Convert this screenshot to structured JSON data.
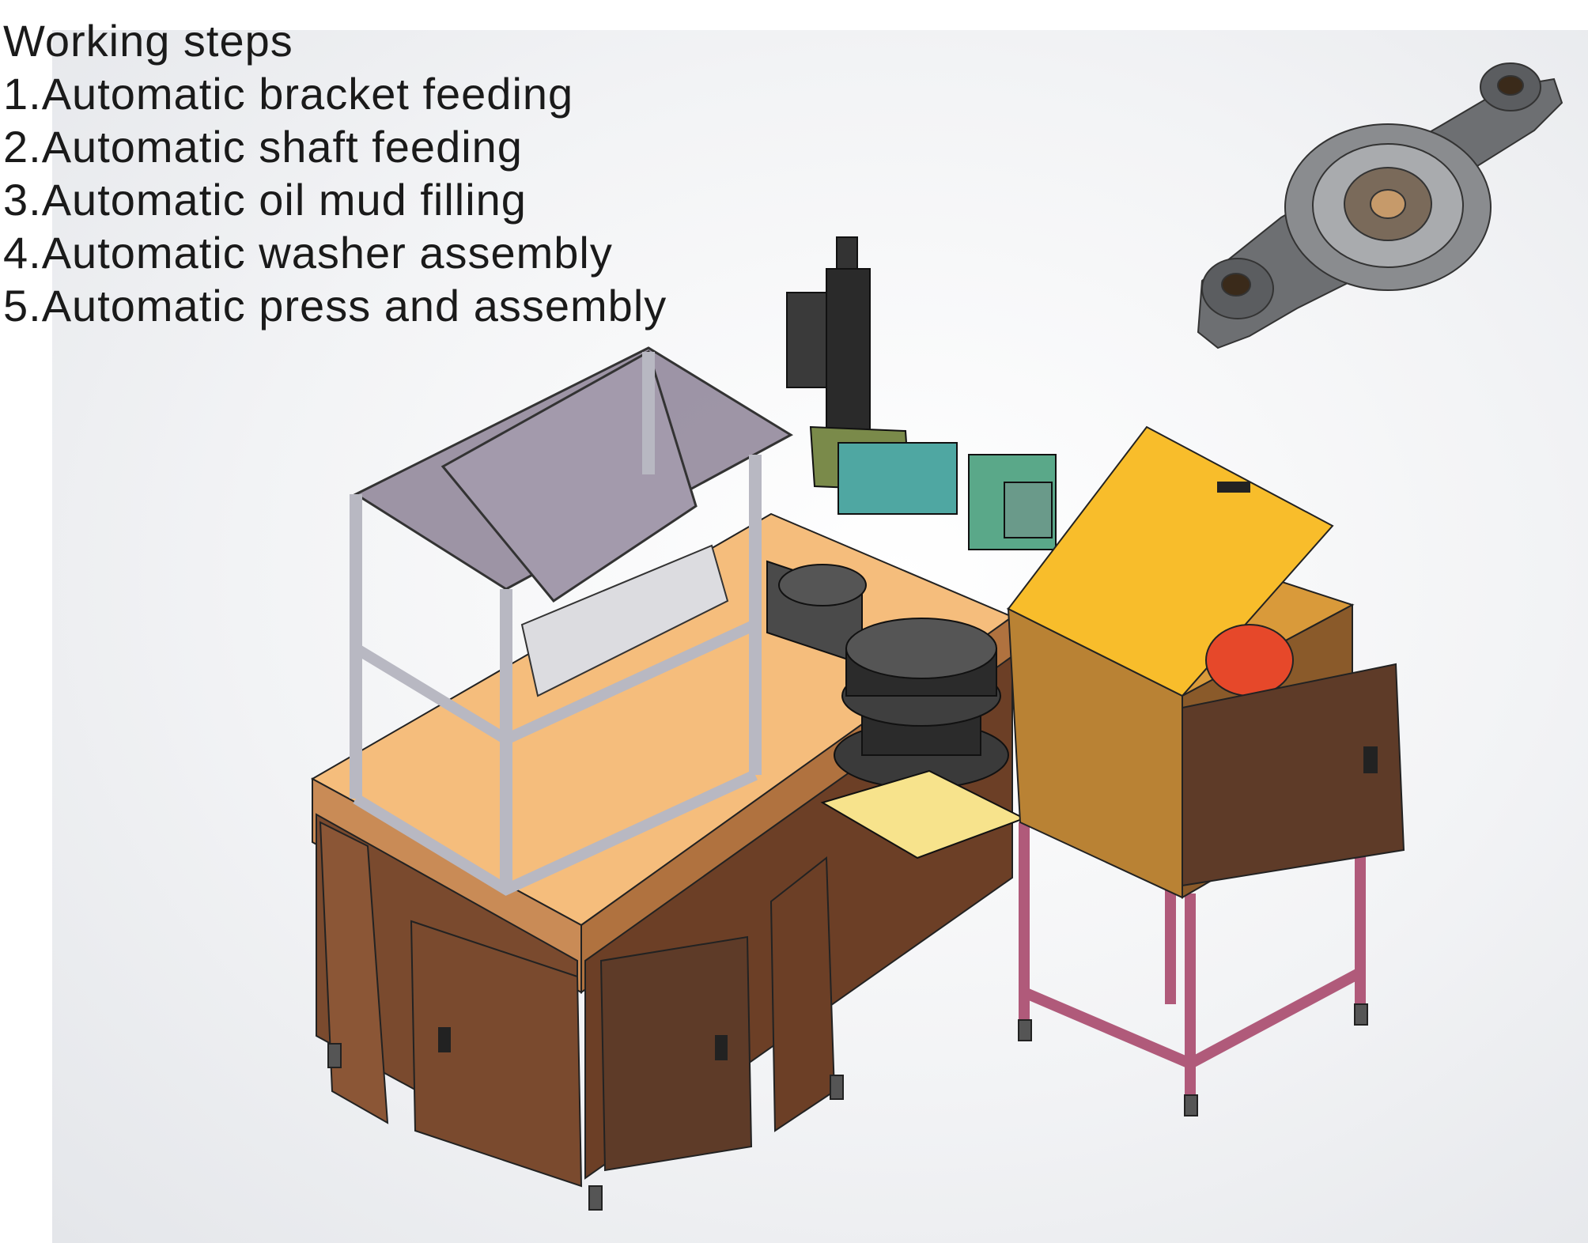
{
  "title": "Working steps",
  "steps": [
    "1.Automatic bracket feeding",
    "2.Automatic shaft feeding",
    "3.Automatic oil mud filling",
    "4.Automatic washer assembly",
    "5.Automatic press and assembly"
  ],
  "colors": {
    "table_top": "#f5bd7c",
    "cabinet": "#7a4a2e",
    "door": "#5e3b28",
    "frame": "#c9c9d1",
    "hopper": "#8d8296",
    "box_lid": "#f8bd2b",
    "box_side": "#b98234",
    "stand": "#b05a7a",
    "bowl": "#2b2b2b",
    "plate": "#f7e38c",
    "part": "#6d6f72"
  },
  "icons": [
    "bracket-part-photo",
    "assembly-machine-drawing"
  ]
}
